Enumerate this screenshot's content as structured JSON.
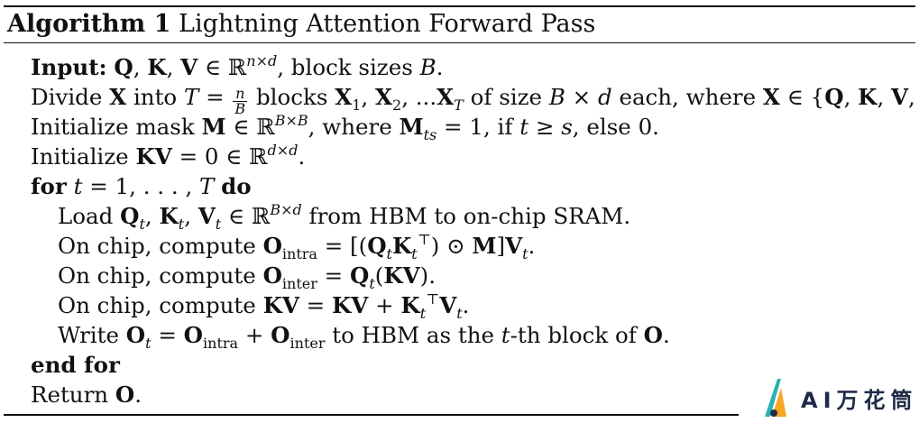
{
  "algorithm": {
    "label": "Algorithm 1",
    "title": "Lightning Attention Forward Pass"
  },
  "lines": {
    "input_kw": "Input:",
    "input_rest": ", block sizes",
    "divide": "Divide",
    "into": "into",
    "blocks": "blocks",
    "of_size": "of size",
    "each_where": "each, where",
    "initialize_mask": "Initialize mask",
    "where": ", where",
    "if": ", if",
    "else0": ", else 0.",
    "initialize": "Initialize",
    "for_kw": "for",
    "do_kw": "do",
    "load": "Load",
    "from_hbm": "from HBM to on-chip SRAM.",
    "on_chip_compute": "On chip, compute",
    "write": "Write",
    "to_hbm": "to HBM as the",
    "th_block": "-th block of",
    "end_for_kw": "end for",
    "return": "Return",
    "sub_intra": "intra",
    "sub_inter": "inter"
  },
  "watermark": {
    "text": "AI万花筒",
    "colors": {
      "teal": "#2bb3b1",
      "orange": "#f5a623",
      "navy": "#1e2b48"
    }
  }
}
